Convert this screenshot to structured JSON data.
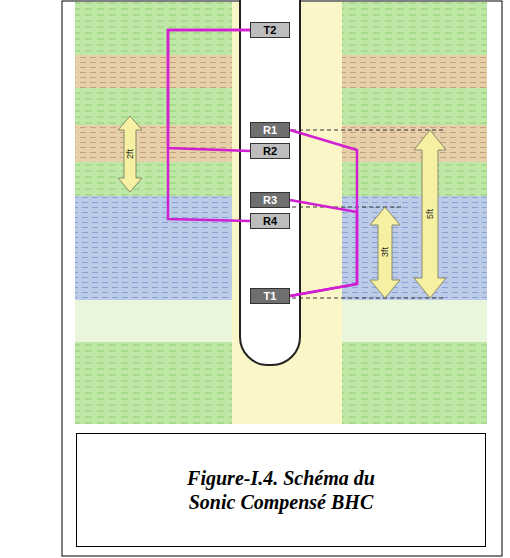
{
  "diagram": {
    "caption": "Figure-I.4. Schéma du Sonic Compensé BHC",
    "nodes": [
      {
        "text": [
          "T2"
        ]
      },
      {
        "text": [
          "R1"
        ]
      },
      {
        "text": [
          "R2"
        ]
      },
      {
        "text": [
          "R3"
        ]
      },
      {
        "text": [
          "R4"
        ]
      },
      {
        "text": [
          "T1"
        ]
      }
    ],
    "edges": [
      {
        "from": 0,
        "to": 2,
        "arrow": "none"
      },
      {
        "from": 0,
        "to": 4,
        "arrow": "none"
      },
      {
        "from": 5,
        "to": 1,
        "arrow": "none"
      },
      {
        "from": 5,
        "to": 3,
        "arrow": "none"
      }
    ],
    "labels": [
      "2ft",
      "5ft",
      "3ft"
    ]
  }
}
